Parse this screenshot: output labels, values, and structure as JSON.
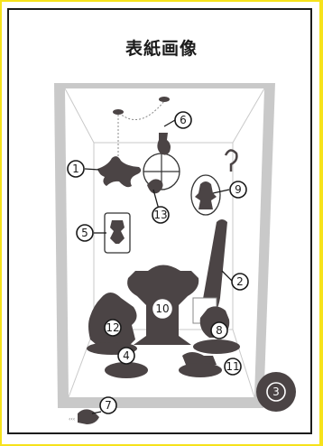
{
  "title": "表紙画像",
  "labels": {
    "n1": "1",
    "n2": "2",
    "n3": "3",
    "n4": "4",
    "n5": "5",
    "n6": "6",
    "n7": "7",
    "n8": "8",
    "n9": "9",
    "n10": "10",
    "n11": "11",
    "n12": "12",
    "n13": "13"
  },
  "colors": {
    "background": "#f6e21b",
    "paper": "#ffffff",
    "ink": "#1a1a1a",
    "silhouette": "#4b4445",
    "room": "#c8c8c8"
  }
}
